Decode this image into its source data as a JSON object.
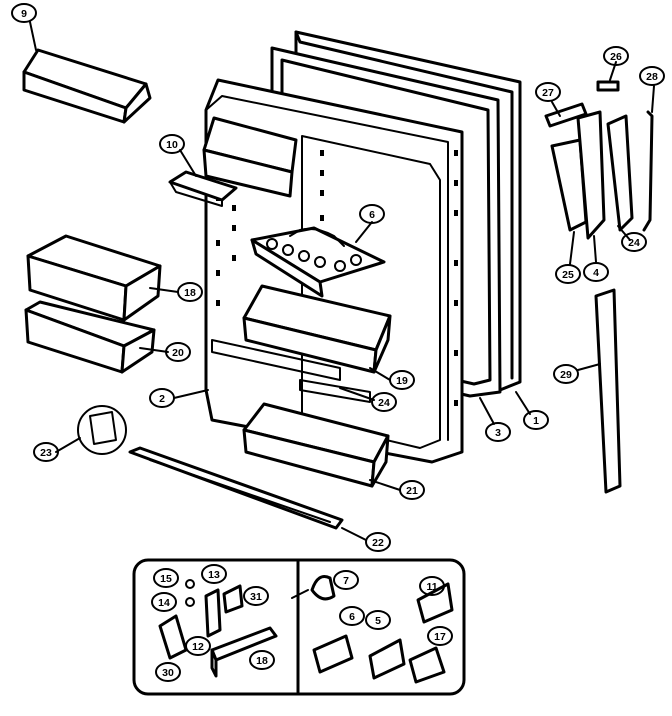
{
  "diagram": {
    "callouts": [
      {
        "id": "c9",
        "label": "9"
      },
      {
        "id": "c10",
        "label": "10"
      },
      {
        "id": "c6a",
        "label": "6"
      },
      {
        "id": "c18a",
        "label": "18"
      },
      {
        "id": "c20",
        "label": "20"
      },
      {
        "id": "c19",
        "label": "19"
      },
      {
        "id": "c2",
        "label": "2"
      },
      {
        "id": "c24a",
        "label": "24"
      },
      {
        "id": "c23",
        "label": "23"
      },
      {
        "id": "c21",
        "label": "21"
      },
      {
        "id": "c22",
        "label": "22"
      },
      {
        "id": "c3",
        "label": "3"
      },
      {
        "id": "c1",
        "label": "1"
      },
      {
        "id": "c26",
        "label": "26"
      },
      {
        "id": "c28",
        "label": "28"
      },
      {
        "id": "c27",
        "label": "27"
      },
      {
        "id": "c24b",
        "label": "24"
      },
      {
        "id": "c25",
        "label": "25"
      },
      {
        "id": "c4",
        "label": "4"
      },
      {
        "id": "c29",
        "label": "29"
      },
      {
        "id": "c15",
        "label": "15"
      },
      {
        "id": "c13",
        "label": "13"
      },
      {
        "id": "c14",
        "label": "14"
      },
      {
        "id": "c31",
        "label": "31"
      },
      {
        "id": "c12",
        "label": "12"
      },
      {
        "id": "c30",
        "label": "30"
      },
      {
        "id": "c18b",
        "label": "18"
      },
      {
        "id": "c7",
        "label": "7"
      },
      {
        "id": "c11",
        "label": "11"
      },
      {
        "id": "c6b",
        "label": "6"
      },
      {
        "id": "c5",
        "label": "5"
      },
      {
        "id": "c17",
        "label": "17"
      }
    ]
  }
}
